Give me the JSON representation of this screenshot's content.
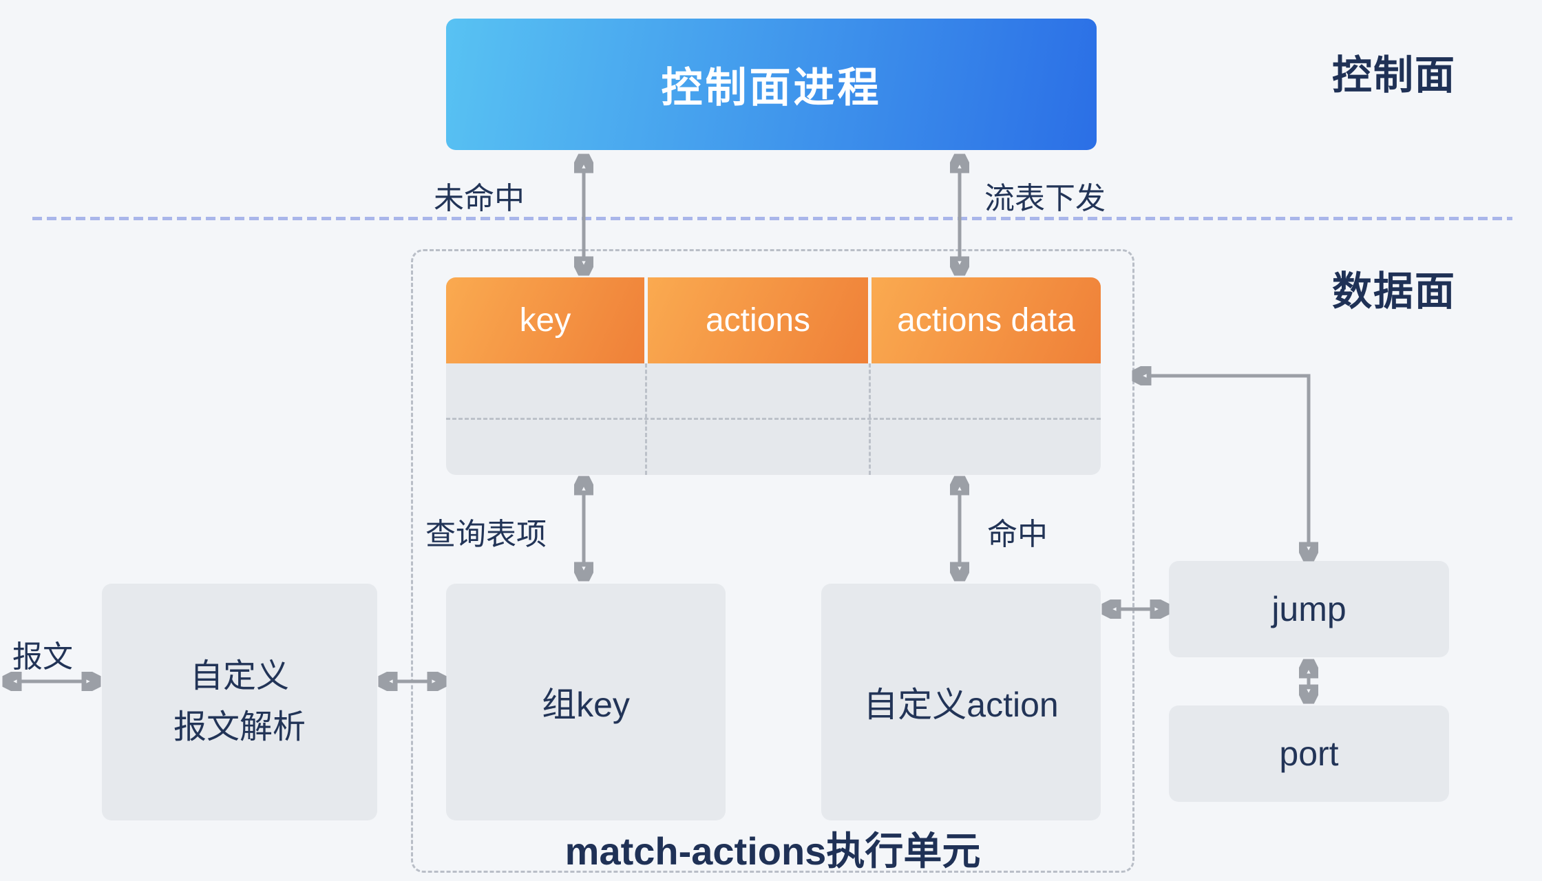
{
  "colors": {
    "background": "#f4f6f9",
    "control_box_gradient_start": "#58c2f3",
    "control_box_gradient_end": "#2b6fe6",
    "table_header_gradient_start": "#faaa50",
    "table_header_gradient_end": "#ef8038",
    "panel_gray": "#e6e9ed",
    "navy_text": "#223457",
    "arrow_gray": "#9b9fa6",
    "plane_divider_blue": "#a9b6ea",
    "dashed_border_gray": "#b9bec7"
  },
  "planes": {
    "control": "控制面",
    "data": "数据面"
  },
  "control_process": {
    "label": "控制面进程"
  },
  "flow_table": {
    "headers": [
      "key",
      "actions",
      "actions data"
    ]
  },
  "edge_labels": {
    "miss": "未命中",
    "flow_install": "流表下发",
    "lookup": "查询表项",
    "hit": "命中",
    "packet": "报文"
  },
  "nodes": {
    "parser_line1": "自定义",
    "parser_line2": "报文解析",
    "group_key": "组key",
    "custom_action": "自定义action",
    "jump": "jump",
    "port": "port"
  },
  "container": {
    "label": "match-actions执行单元"
  }
}
